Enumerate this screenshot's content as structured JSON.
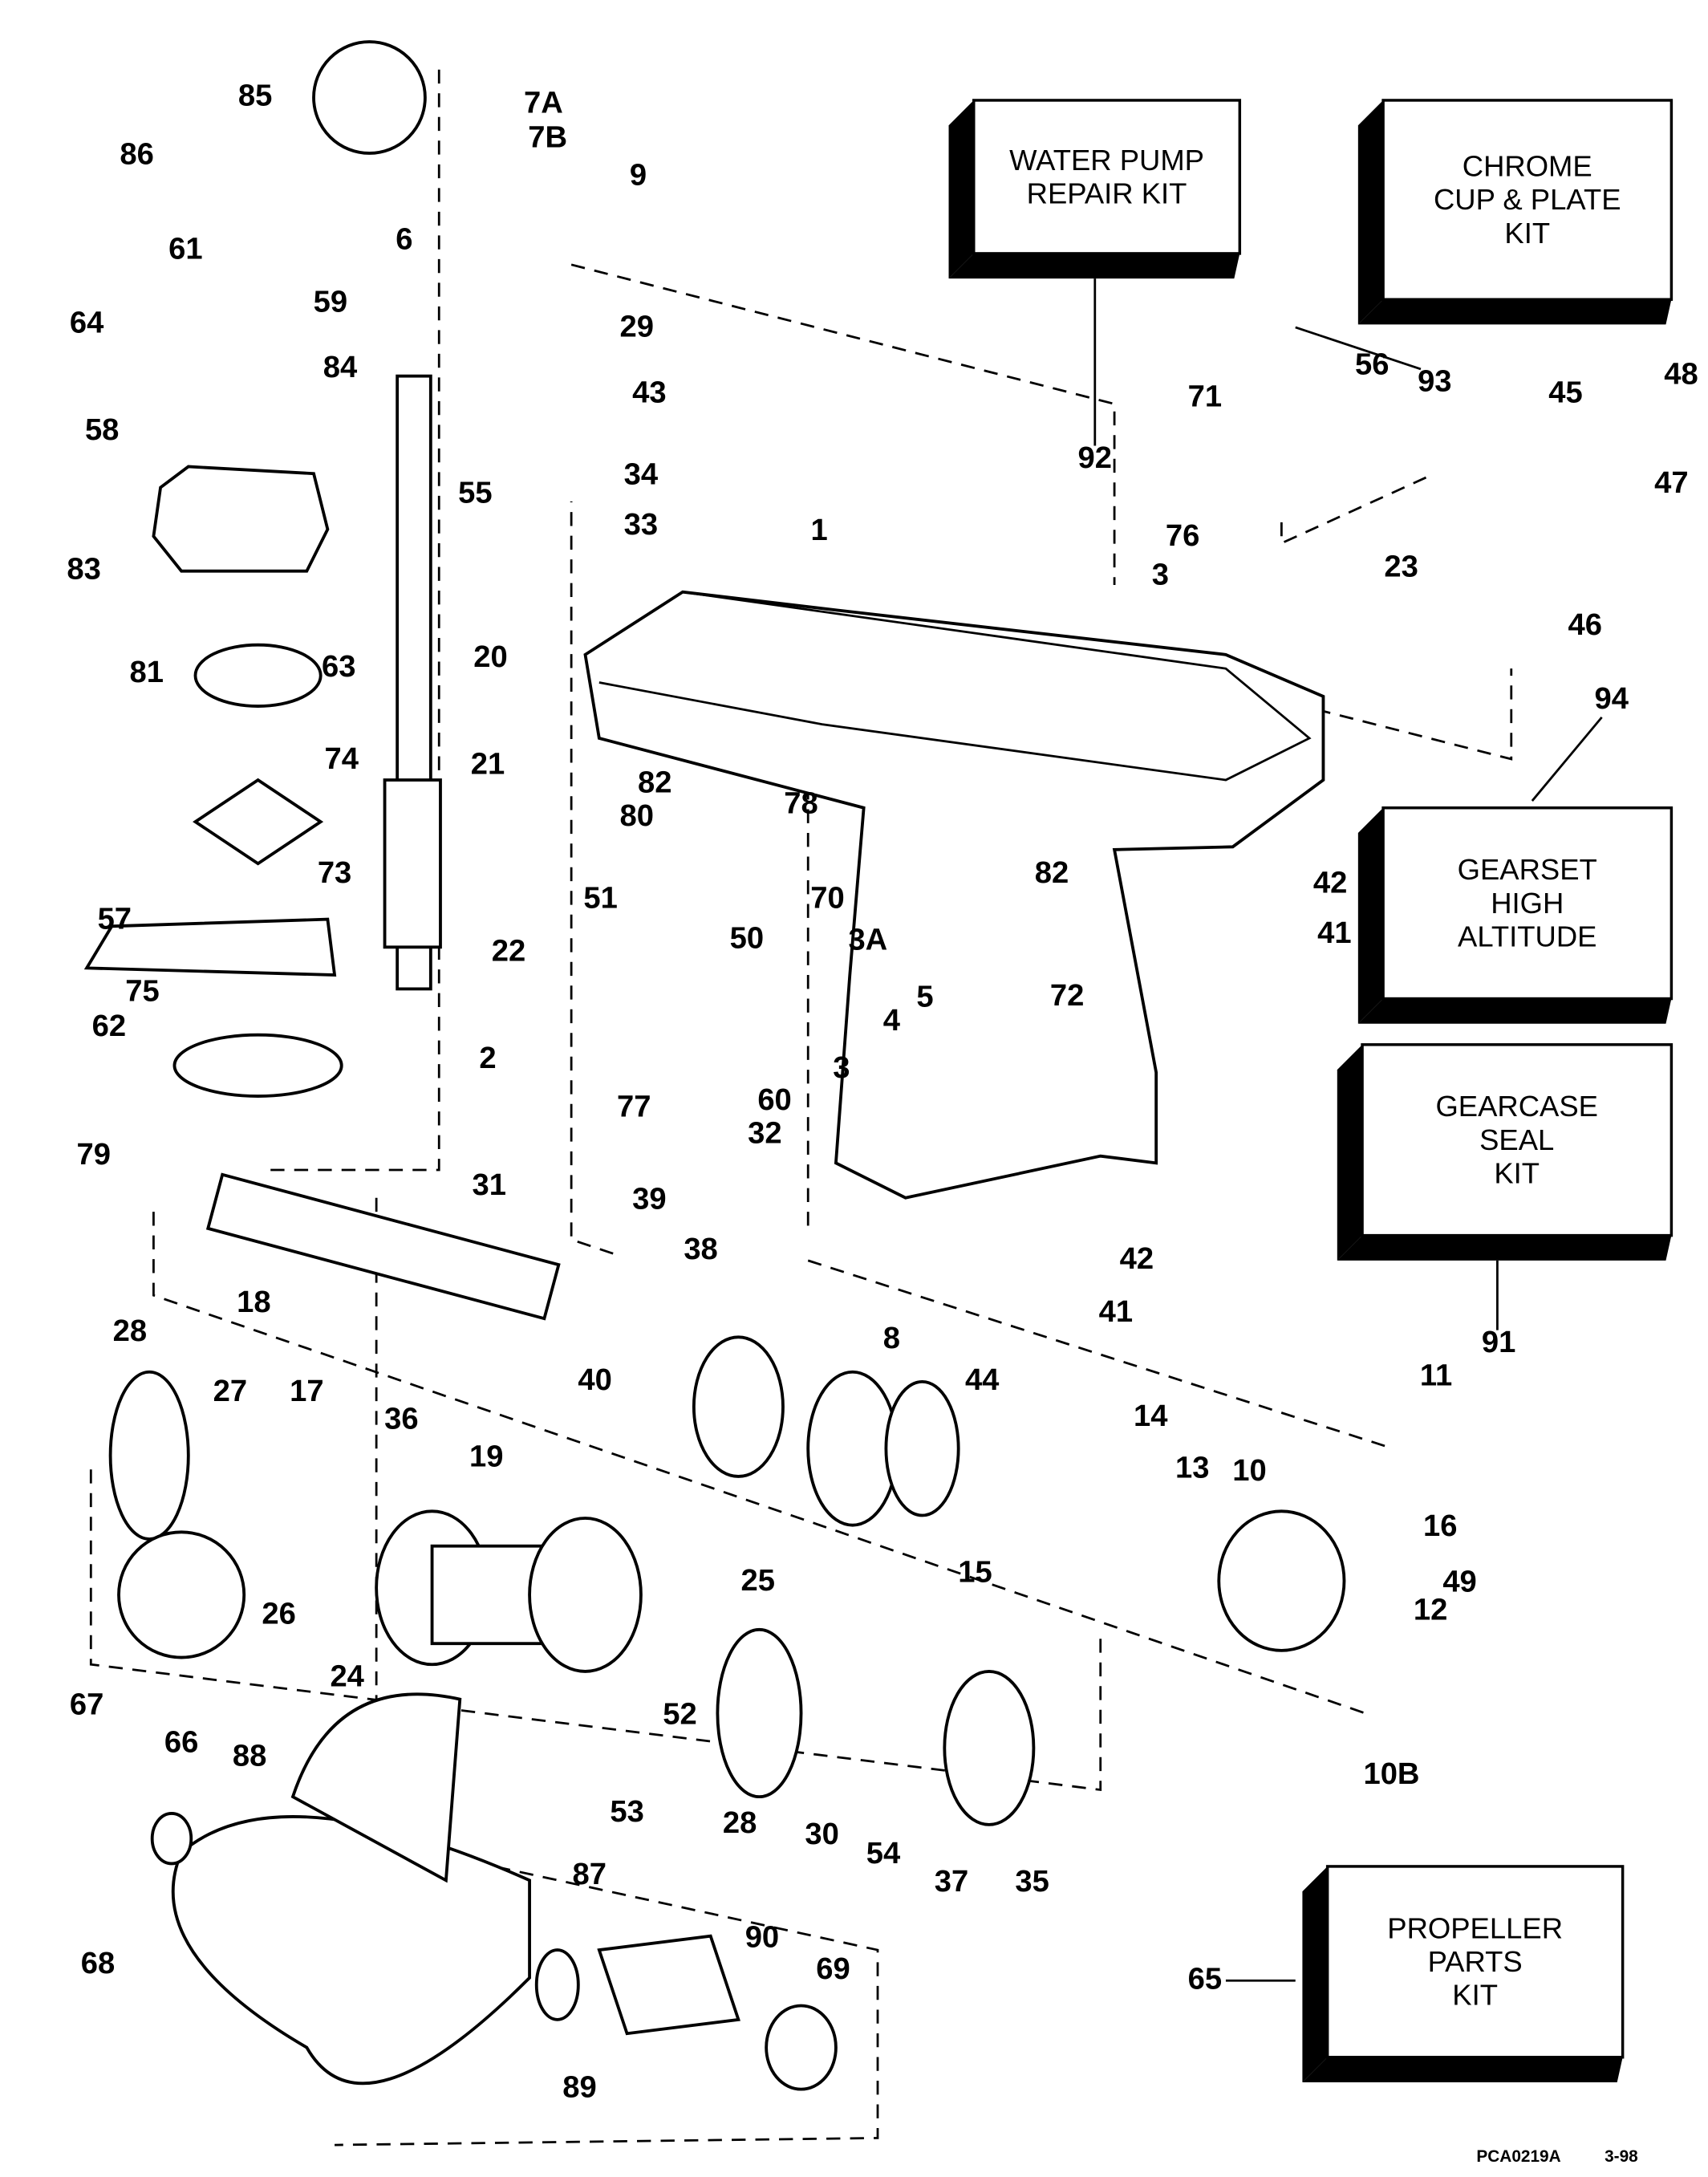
{
  "diagram": {
    "type": "exploded parts diagram",
    "colors": {
      "line": "#000000",
      "background": "#ffffff"
    },
    "part_labels": [
      "7A",
      "7B",
      "9",
      "85",
      "86",
      "6",
      "61",
      "59",
      "64",
      "29",
      "84",
      "43",
      "58",
      "55",
      "34",
      "33",
      "83",
      "81",
      "20",
      "63",
      "21",
      "74",
      "73",
      "22",
      "57",
      "75",
      "62",
      "2",
      "79",
      "32",
      "31",
      "92",
      "93",
      "56",
      "71",
      "76",
      "3",
      "45",
      "48",
      "47",
      "23",
      "46",
      "1",
      "94",
      "82",
      "78",
      "80",
      "51",
      "50",
      "70",
      "82",
      "42",
      "41",
      "3A",
      "5",
      "4",
      "72",
      "3",
      "77",
      "60",
      "39",
      "38",
      "18",
      "40",
      "8",
      "44",
      "42",
      "41",
      "11",
      "91",
      "28",
      "27",
      "17",
      "36",
      "19",
      "14",
      "13",
      "10",
      "16",
      "49",
      "12",
      "15",
      "26",
      "25",
      "24",
      "52",
      "28",
      "30",
      "54",
      "37",
      "35",
      "10B",
      "67",
      "88",
      "66",
      "53",
      "87",
      "90",
      "69",
      "68",
      "89",
      "65"
    ],
    "kits": [
      {
        "lines": [
          "WATER PUMP",
          "REPAIR KIT"
        ]
      },
      {
        "lines": [
          "CHROME",
          "CUP & PLATE",
          "KIT"
        ]
      },
      {
        "lines": [
          "GEARSET",
          "HIGH",
          "ALTITUDE"
        ]
      },
      {
        "lines": [
          "GEARCASE",
          "SEAL",
          "KIT"
        ]
      },
      {
        "lines": [
          "PROPELLER",
          "PARTS",
          "KIT"
        ]
      }
    ],
    "footer": {
      "code": "PCA0219A",
      "date": "3-98"
    }
  }
}
